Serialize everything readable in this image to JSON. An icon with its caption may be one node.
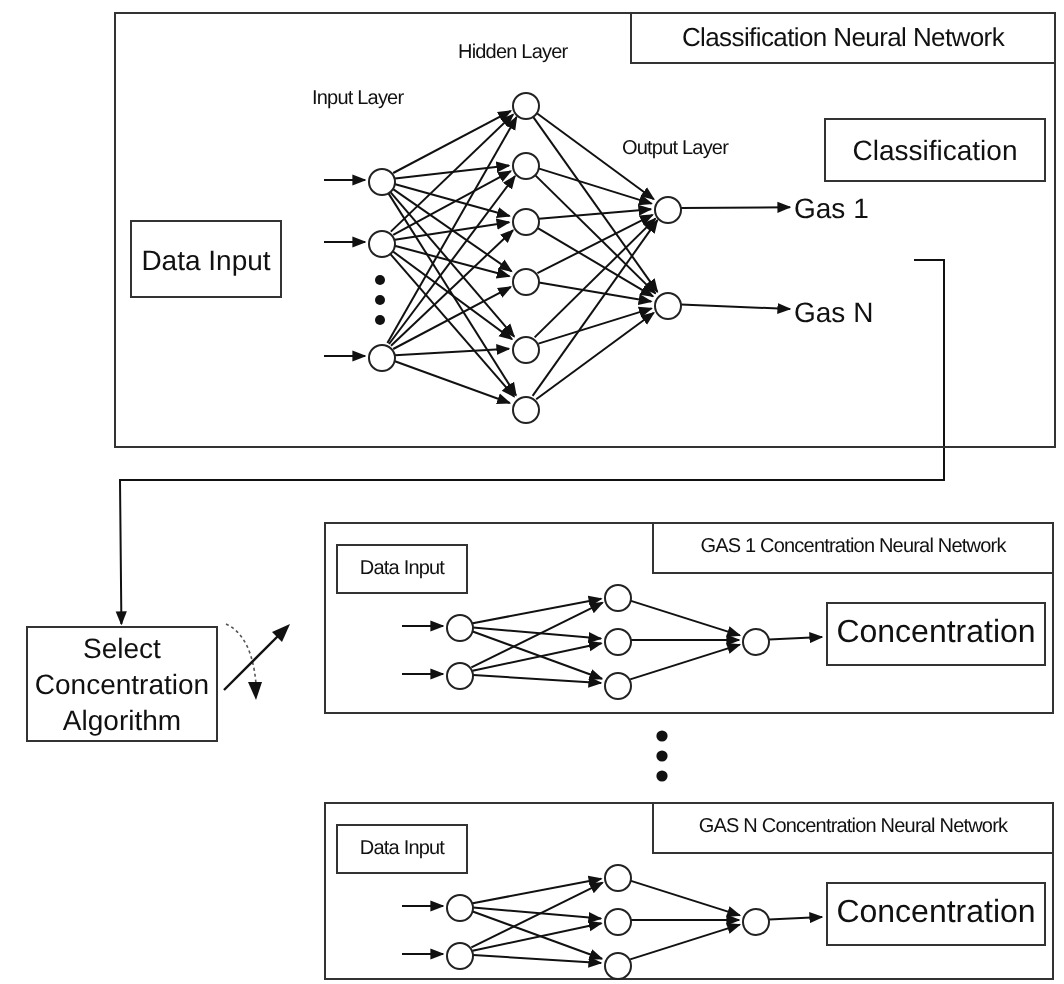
{
  "diagram": {
    "nodes": [
      {
        "text": [
          "Classification Neural Network"
        ]
      },
      {
        "text": [
          "Classification"
        ],
        "in": 0
      },
      {
        "text": [
          "Data Input"
        ],
        "in": 0
      },
      {
        "text": [],
        "shape": "circle",
        "in": 0
      },
      {
        "text": [],
        "shape": "circle",
        "in": 0
      },
      {
        "text": [],
        "shape": "circle",
        "in": 0
      },
      {
        "text": [],
        "shape": "circle",
        "in": 0
      },
      {
        "text": [],
        "shape": "circle",
        "in": 0
      },
      {
        "text": [],
        "shape": "circle",
        "in": 0
      },
      {
        "text": [],
        "shape": "circle",
        "in": 0
      },
      {
        "text": [],
        "shape": "circle",
        "in": 0
      },
      {
        "text": [],
        "shape": "circle",
        "in": 0
      },
      {
        "text": [],
        "shape": "circle",
        "in": 0
      },
      {
        "text": [],
        "shape": "circle",
        "in": 0
      },
      {
        "text": [
          "Gas 1"
        ],
        "in": 0
      },
      {
        "text": [
          "Gas N"
        ],
        "in": 0
      },
      {
        "text": [
          "Select Concentration Algorithm"
        ]
      },
      {
        "text": [
          "GAS 1 Concentration Neural Network"
        ]
      },
      {
        "text": [
          "Data Input"
        ],
        "in": 17
      },
      {
        "text": [],
        "shape": "circle",
        "in": 17
      },
      {
        "text": [],
        "shape": "circle",
        "in": 17
      },
      {
        "text": [],
        "shape": "circle",
        "in": 17
      },
      {
        "text": [],
        "shape": "circle",
        "in": 17
      },
      {
        "text": [],
        "shape": "circle",
        "in": 17
      },
      {
        "text": [],
        "shape": "circle",
        "in": 17
      },
      {
        "text": [
          "Concentration"
        ],
        "in": 17
      },
      {
        "text": [
          "GAS N Concentration Neural Network"
        ]
      },
      {
        "text": [
          "Data Input"
        ],
        "in": 26
      },
      {
        "text": [],
        "shape": "circle",
        "in": 26
      },
      {
        "text": [],
        "shape": "circle",
        "in": 26
      },
      {
        "text": [],
        "shape": "circle",
        "in": 26
      },
      {
        "text": [],
        "shape": "circle",
        "in": 26
      },
      {
        "text": [],
        "shape": "circle",
        "in": 26
      },
      {
        "text": [],
        "shape": "circle",
        "in": 26
      },
      {
        "text": [
          "Concentration"
        ],
        "in": 26
      }
    ],
    "edges": [
      {
        "from": null,
        "to": 3,
        "arrow": "to"
      },
      {
        "from": null,
        "to": 4,
        "arrow": "to"
      },
      {
        "from": null,
        "to": 5,
        "arrow": "to"
      },
      {
        "from": 3,
        "to": 6,
        "arrow": "to"
      },
      {
        "from": 3,
        "to": 7,
        "arrow": "to"
      },
      {
        "from": 3,
        "to": 8,
        "arrow": "to"
      },
      {
        "from": 3,
        "to": 9,
        "arrow": "to"
      },
      {
        "from": 3,
        "to": 10,
        "arrow": "to"
      },
      {
        "from": 3,
        "to": 11,
        "arrow": "to"
      },
      {
        "from": 4,
        "to": 6,
        "arrow": "to"
      },
      {
        "from": 4,
        "to": 7,
        "arrow": "to"
      },
      {
        "from": 4,
        "to": 8,
        "arrow": "to"
      },
      {
        "from": 4,
        "to": 9,
        "arrow": "to"
      },
      {
        "from": 4,
        "to": 10,
        "arrow": "to"
      },
      {
        "from": 4,
        "to": 11,
        "arrow": "to"
      },
      {
        "from": 5,
        "to": 6,
        "arrow": "to"
      },
      {
        "from": 5,
        "to": 7,
        "arrow": "to"
      },
      {
        "from": 5,
        "to": 8,
        "arrow": "to"
      },
      {
        "from": 5,
        "to": 9,
        "arrow": "to"
      },
      {
        "from": 5,
        "to": 10,
        "arrow": "to"
      },
      {
        "from": 5,
        "to": 11,
        "arrow": "to"
      },
      {
        "from": 6,
        "to": 12,
        "arrow": "to"
      },
      {
        "from": 6,
        "to": 13,
        "arrow": "to"
      },
      {
        "from": 7,
        "to": 12,
        "arrow": "to"
      },
      {
        "from": 7,
        "to": 13,
        "arrow": "to"
      },
      {
        "from": 8,
        "to": 12,
        "arrow": "to"
      },
      {
        "from": 8,
        "to": 13,
        "arrow": "to"
      },
      {
        "from": 9,
        "to": 12,
        "arrow": "to"
      },
      {
        "from": 9,
        "to": 13,
        "arrow": "to"
      },
      {
        "from": 10,
        "to": 12,
        "arrow": "to"
      },
      {
        "from": 10,
        "to": 13,
        "arrow": "to"
      },
      {
        "from": 11,
        "to": 12,
        "arrow": "to"
      },
      {
        "from": 11,
        "to": 13,
        "arrow": "to"
      },
      {
        "from": 12,
        "to": 14,
        "arrow": "to"
      },
      {
        "from": 13,
        "to": 15,
        "arrow": "to"
      },
      {
        "from": null,
        "to": 16,
        "arrow": "to"
      },
      {
        "from": null,
        "to": 19,
        "arrow": "to"
      },
      {
        "from": null,
        "to": 20,
        "arrow": "to"
      },
      {
        "from": 19,
        "to": 21,
        "arrow": "to"
      },
      {
        "from": 19,
        "to": 22,
        "arrow": "to"
      },
      {
        "from": 19,
        "to": 23,
        "arrow": "to"
      },
      {
        "from": 20,
        "to": 21,
        "arrow": "to"
      },
      {
        "from": 20,
        "to": 22,
        "arrow": "to"
      },
      {
        "from": 20,
        "to": 23,
        "arrow": "to"
      },
      {
        "from": 21,
        "to": 24,
        "arrow": "to"
      },
      {
        "from": 22,
        "to": 24,
        "arrow": "to"
      },
      {
        "from": 23,
        "to": 24,
        "arrow": "to"
      },
      {
        "from": 24,
        "to": 25,
        "arrow": "to"
      },
      {
        "from": null,
        "to": 28,
        "arrow": "to"
      },
      {
        "from": null,
        "to": 29,
        "arrow": "to"
      },
      {
        "from": 28,
        "to": 30,
        "arrow": "to"
      },
      {
        "from": 28,
        "to": 31,
        "arrow": "to"
      },
      {
        "from": 28,
        "to": 32,
        "arrow": "to"
      },
      {
        "from": 29,
        "to": 30,
        "arrow": "to"
      },
      {
        "from": 29,
        "to": 31,
        "arrow": "to"
      },
      {
        "from": 29,
        "to": 32,
        "arrow": "to"
      },
      {
        "from": 30,
        "to": 33,
        "arrow": "to"
      },
      {
        "from": 31,
        "to": 33,
        "arrow": "to"
      },
      {
        "from": 32,
        "to": 33,
        "arrow": "to"
      },
      {
        "from": 33,
        "to": 34,
        "arrow": "to"
      }
    ],
    "labels": [
      "Hidden Layer",
      "Input Layer",
      "Output Layer"
    ]
  }
}
